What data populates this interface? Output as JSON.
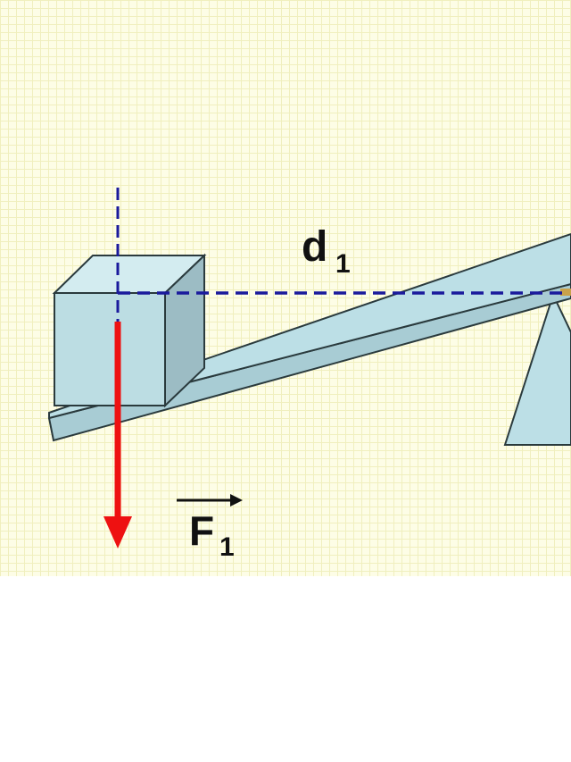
{
  "labels": {
    "distance": "d",
    "distance_subscript": "1",
    "force": "F",
    "force_subscript": "1"
  },
  "colors": {
    "grid_background": "#fdfde6",
    "grid_lines": "#f0efbe",
    "lever_face": "#bcdfe6",
    "lever_outline": "#2a3a3d",
    "box_front": "#bcdde3",
    "box_top": "#d3ecf0",
    "box_side": "#9cbcc4",
    "fulcrum": "#bcdfe6",
    "dashed_lines": "#1a1a9c",
    "force_arrow": "#ee1111"
  }
}
